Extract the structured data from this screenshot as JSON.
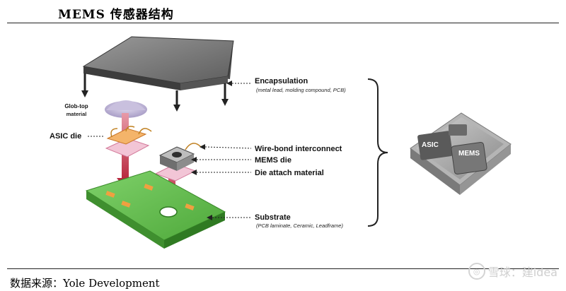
{
  "title": "MEMS 传感器结构",
  "source": "数据来源：Yole Development",
  "watermark": "雪球：建idea",
  "diagram": {
    "glob_top_line1": "Glob-top",
    "glob_top_line2": "material",
    "asic_die": "ASIC die",
    "encapsulation": "Encapsulation",
    "encapsulation_sub": "(metal lead, molding compound, PCB)",
    "wire_bond": "Wire-bond interconnect",
    "mems_die": "MEMS die",
    "die_attach": "Die attach material",
    "substrate": "Substrate",
    "substrate_sub": "(PCB laminate, Ceramic, Leadframe)",
    "photo_asic": "ASIC",
    "photo_mems": "MEMS"
  }
}
